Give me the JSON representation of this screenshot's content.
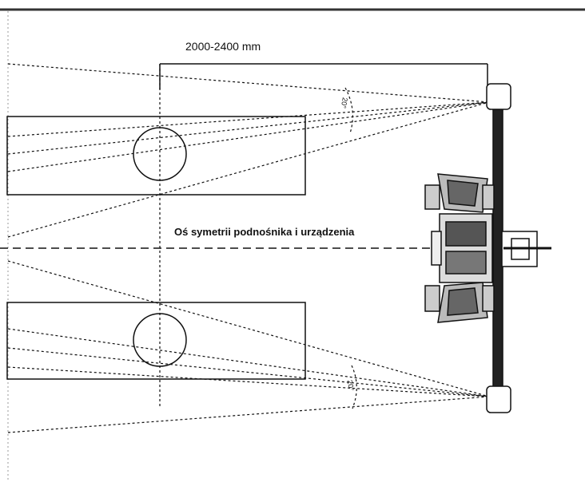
{
  "dimension_label": "2000-2400 mm",
  "axis_label": "Oś symetrii podnośnika i urządzenia",
  "angle_labels": [
    "20°",
    "20°"
  ],
  "colors": {
    "line": "#111111",
    "background": "#ffffff"
  }
}
